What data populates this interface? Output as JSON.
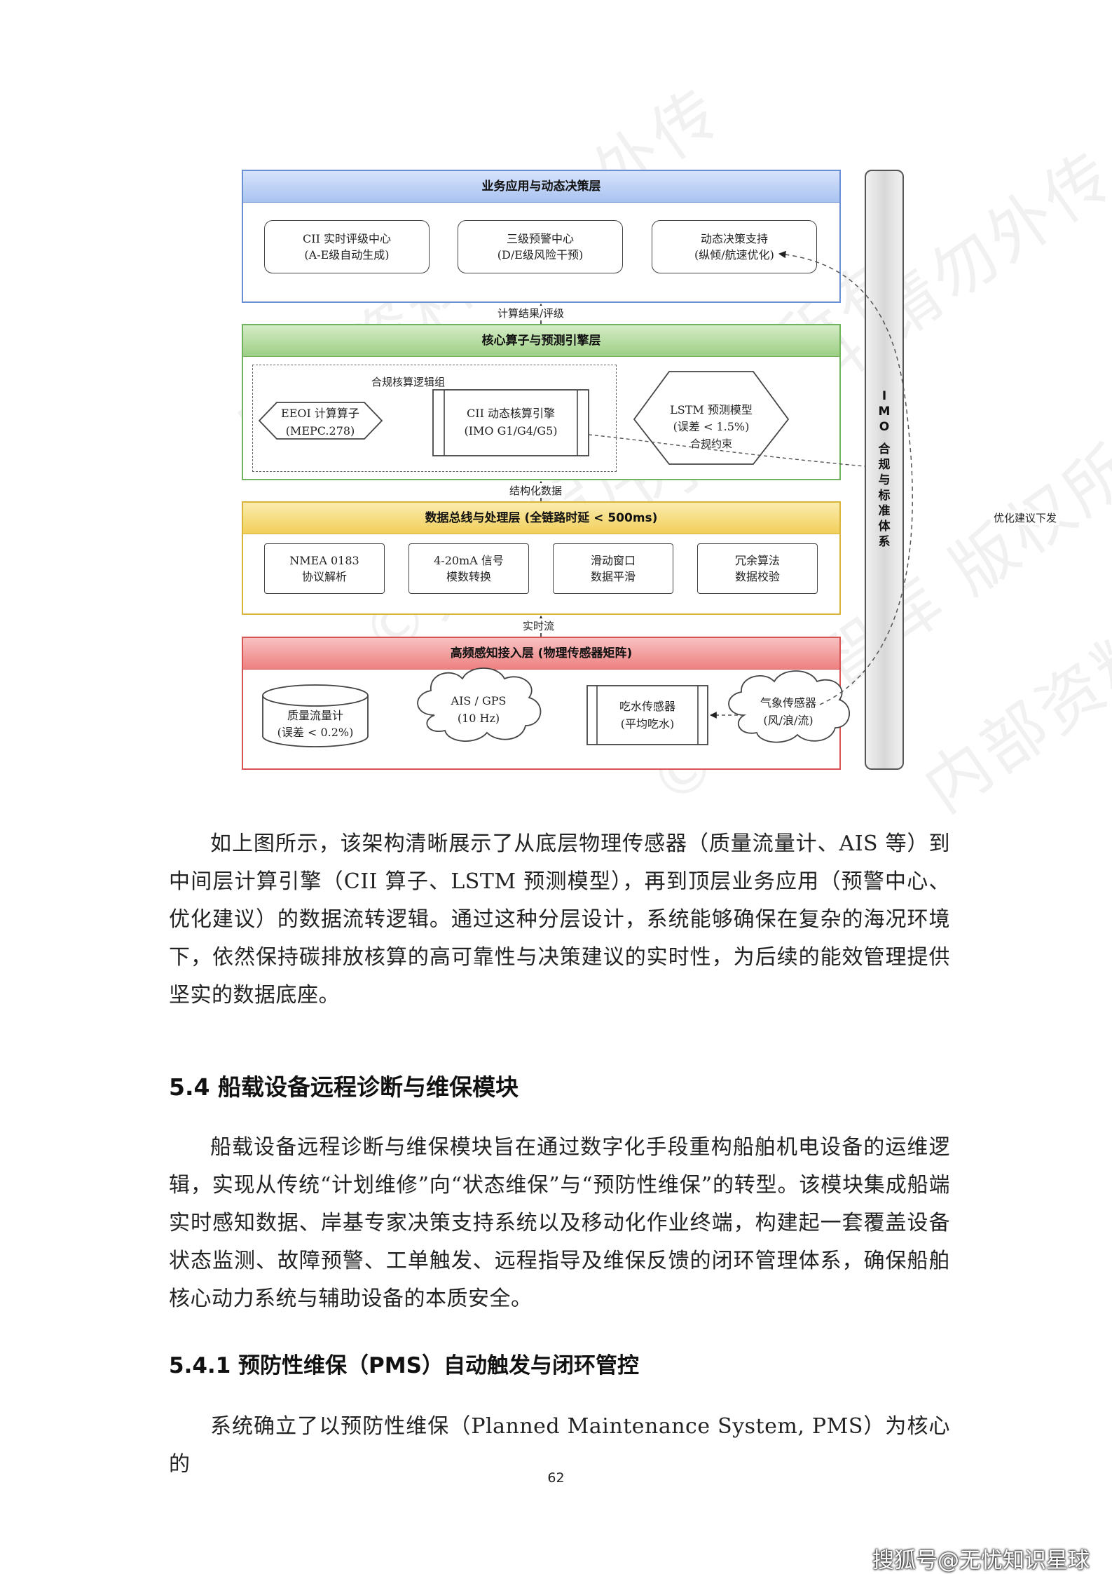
{
  "diagram": {
    "layers": {
      "business": {
        "title": "业务应用与动态决策层",
        "boxes": [
          {
            "line1": "CII 实时评级中心",
            "line2": "(A-E级自动生成)"
          },
          {
            "line1": "三级预警中心",
            "line2": "(D/E级风险干预)"
          },
          {
            "line1": "动态决策支持",
            "line2": "(纵倾/航速优化)"
          }
        ]
      },
      "core": {
        "title": "核心算子与预测引擎层",
        "group_label": "合规核算逻辑组",
        "eeoi": {
          "line1": "EEOI 计算算子",
          "line2": "(MEPC.278)"
        },
        "cii_engine": {
          "line1": "CII 动态核算引擎",
          "line2": "(IMO G1/G4/G5)"
        },
        "lstm": {
          "line1": "LSTM 预测模型",
          "line2": "(误差 < 1.5%)"
        },
        "constraint_label": "合规约束"
      },
      "bus": {
        "title": "数据总线与处理层 (全链路时延 < 500ms)",
        "boxes": [
          {
            "line1": "NMEA 0183",
            "line2": "协议解析"
          },
          {
            "line1": "4-20mA 信号",
            "line2": "模数转换"
          },
          {
            "line1": "滑动窗口",
            "line2": "数据平滑"
          },
          {
            "line1": "冗余算法",
            "line2": "数据校验"
          }
        ]
      },
      "sense": {
        "title": "高频感知接入层 (物理传感器矩阵)",
        "flow_meter": {
          "line1": "质量流量计",
          "line2": "(误差 < 0.2%)"
        },
        "ais": {
          "line1": "AIS / GPS",
          "line2": "(10 Hz)"
        },
        "draft": {
          "line1": "吃水传感器",
          "line2": "(平均吃水)"
        },
        "weather": {
          "line1": "气象传感器",
          "line2": "(风/浪/流)"
        }
      }
    },
    "connectors": {
      "calc_result": "计算结果/评级",
      "structured": "结构化数据",
      "realtime": "实时流",
      "optimize": "优化建议下发"
    },
    "imo_bar": {
      "line1": "I",
      "line2": "M",
      "line3": "O",
      "line4": "合",
      "line5": "规",
      "line6": "与",
      "line7": "标",
      "line8": "准",
      "line9": "体",
      "line10": "系"
    },
    "watermarks": [
      "内部资料 请勿外传",
      "©无忧智库 版权所有",
      "内部资料 请勿外传",
      "©无忧智库 版权所有",
      "内部资料"
    ]
  },
  "body": {
    "para1": "如上图所示，该架构清晰展示了从底层物理传感器（质量流量计、AIS 等）到中间层计算引擎（CII 算子、LSTM 预测模型），再到顶层业务应用（预警中心、优化建议）的数据流转逻辑。通过这种分层设计，系统能够确保在复杂的海况环境下，依然保持碳排放核算的高可靠性与决策建议的实时性，为后续的能效管理提供坚实的数据底座。",
    "heading_54": "5.4 船载设备远程诊断与维保模块",
    "para2": "船载设备远程诊断与维保模块旨在通过数字化手段重构船舶机电设备的运维逻辑，实现从传统“计划维修”向“状态维保”与“预防性维保”的转型。该模块集成船端实时感知数据、岸基专家决策支持系统以及移动化作业终端，构建起一套覆盖设备状态监测、故障预警、工单触发、远程指导及维保反馈的闭环管理体系，确保船舶核心动力系统与辅助设备的本质安全。",
    "heading_541": "5.4.1 预防性维保（PMS）自动触发与闭环管控",
    "para3": "系统确立了以预防性维保（Planned Maintenance System, PMS）为核心的",
    "page_number": "62",
    "credit": "搜狐号@无忧知识星球"
  }
}
